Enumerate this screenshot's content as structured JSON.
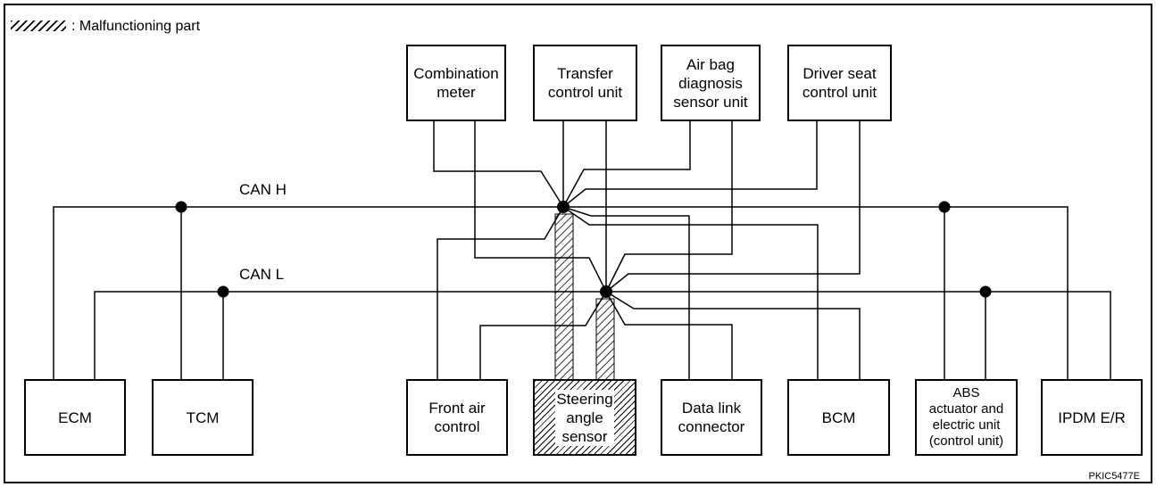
{
  "legend": {
    "text": ": Malfunctioning part"
  },
  "buses": {
    "can_h": "CAN H",
    "can_l": "CAN L"
  },
  "top_units": [
    {
      "id": "combination-meter",
      "label": "Combination\nmeter"
    },
    {
      "id": "transfer-control-unit",
      "label": "Transfer\ncontrol unit"
    },
    {
      "id": "air-bag-diagnosis-sensor-unit",
      "label": "Air bag\ndiagnosis\nsensor unit"
    },
    {
      "id": "driver-seat-control-unit",
      "label": "Driver seat\ncontrol unit"
    }
  ],
  "bottom_units": [
    {
      "id": "ecm",
      "label": "ECM"
    },
    {
      "id": "tcm",
      "label": "TCM"
    },
    {
      "id": "front-air-control",
      "label": "Front air\ncontrol"
    },
    {
      "id": "steering-angle-sensor",
      "label": "Steering\nangle\nsensor",
      "malfunctioning": true
    },
    {
      "id": "data-link-connector",
      "label": "Data link\nconnector"
    },
    {
      "id": "bcm",
      "label": "BCM"
    },
    {
      "id": "abs-actuator",
      "label": "ABS\nactuator and\nelectric unit\n(control unit)"
    },
    {
      "id": "ipdm-er",
      "label": "IPDM E/R"
    }
  ],
  "figure_code": "PKIC5477E",
  "colors": {
    "line": "#000000",
    "background": "#ffffff"
  }
}
